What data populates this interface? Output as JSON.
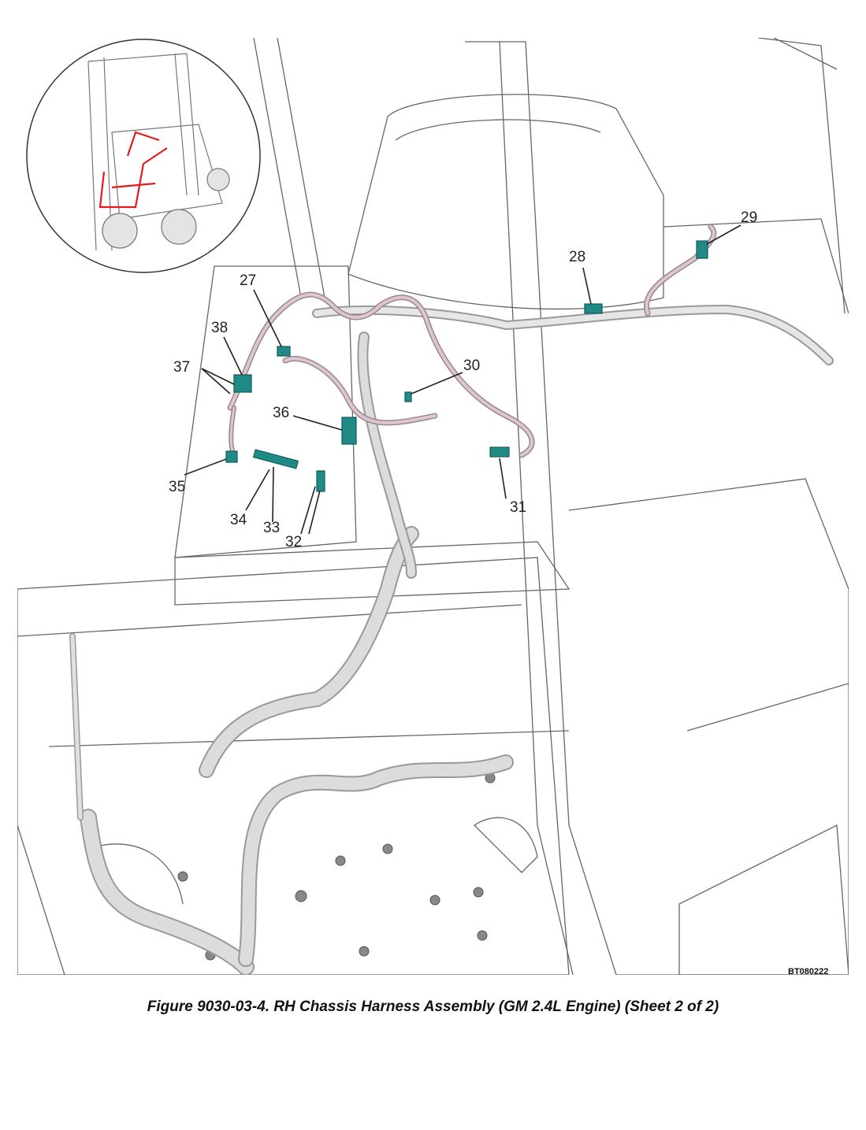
{
  "figure": {
    "caption": "Figure 9030-03-4. RH Chassis Harness Assembly (GM 2.4L Engine) (Sheet 2 of 2)",
    "figure_id": "BT080222",
    "callouts": [
      "27",
      "28",
      "29",
      "30",
      "31",
      "32",
      "33",
      "34",
      "35",
      "36",
      "37",
      "38"
    ]
  },
  "colors": {
    "line": "#555555",
    "harness": "#d9d9d9",
    "sub_harness": "#c9aeb9",
    "connector": "#1f8a86",
    "highlight": "#e31b1b"
  }
}
